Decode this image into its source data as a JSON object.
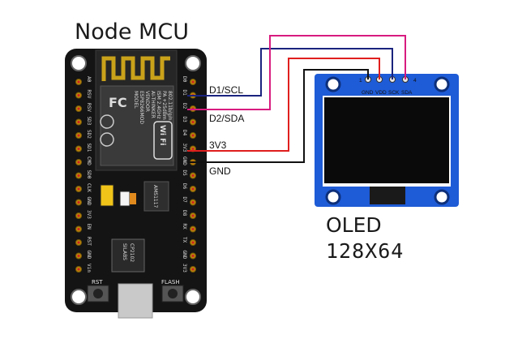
{
  "title": "Node MCU",
  "board": {
    "chip_brand": "FC",
    "chip_lines": [
      "MODEL",
      "ESP8266MOD",
      "VENDOR",
      "AI-THINKER",
      "ISM 2.4GHz",
      "PA +25dBm",
      "802.11b/g/n"
    ],
    "wifi_label": "Wi Fi",
    "usb_chip_lines": [
      "SILABS",
      "CP2102"
    ],
    "button_rst": "RST",
    "button_flash": "FLASH",
    "regulator": "AMS1117",
    "right_pins": [
      "D0",
      "D1",
      "D2",
      "D3",
      "D4",
      "3V3",
      "GND",
      "D5",
      "D6",
      "D7",
      "D8",
      "RX",
      "TX",
      "GND",
      "3V3"
    ],
    "left_pins": [
      "A0",
      "RSV",
      "RSV",
      "SD3",
      "SD2",
      "SD1",
      "CMD",
      "SD0",
      "CLK",
      "GND",
      "3V3",
      "EN",
      "RST",
      "GND",
      "Vin"
    ]
  },
  "wires": [
    {
      "label": "D1/SCL",
      "color": "#1a237e"
    },
    {
      "label": "D2/SDA",
      "color": "#d81b7f"
    },
    {
      "label": "3V3",
      "color": "#e01e1e"
    },
    {
      "label": "GND",
      "color": "#111111"
    }
  ],
  "oled": {
    "pins": [
      "GND",
      "VDD",
      "SCK",
      "SDA"
    ],
    "pin_nums": [
      "1",
      "4"
    ],
    "label_line1": "OLED",
    "label_line2": "128X64",
    "pcb_color": "#1e5bd6",
    "screen_color": "#0a0a0a"
  }
}
